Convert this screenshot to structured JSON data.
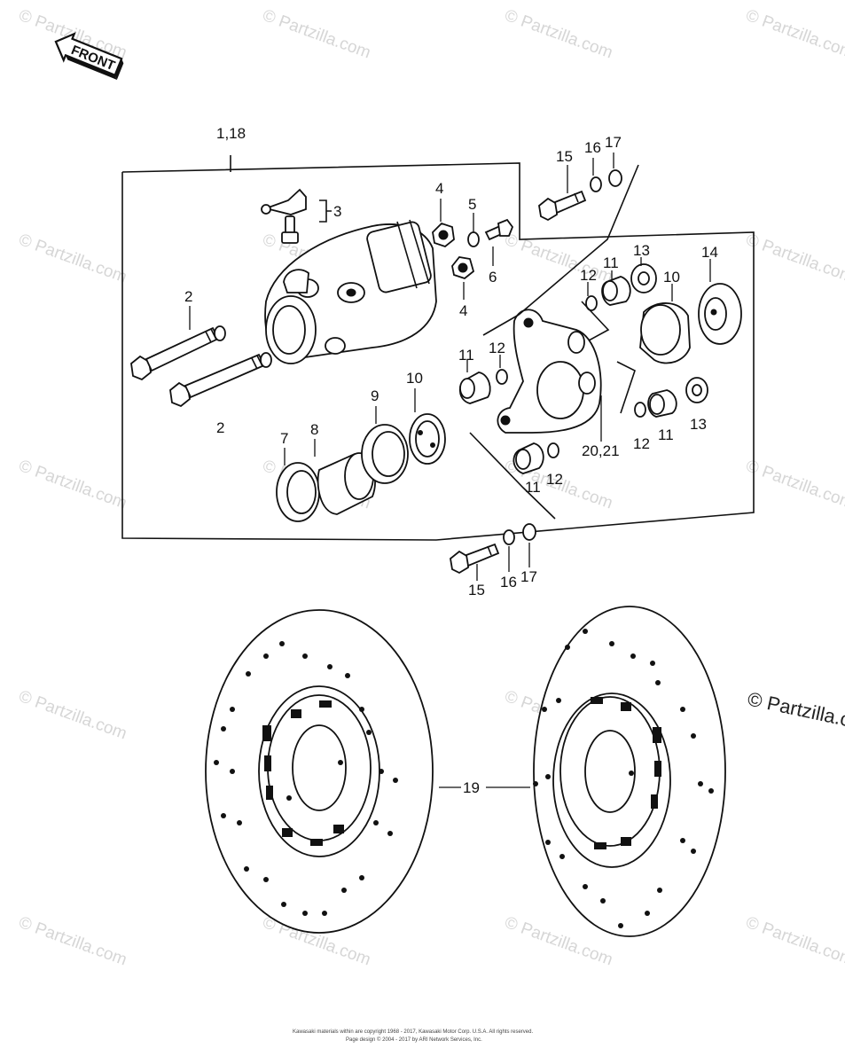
{
  "front_label": "FRONT",
  "watermark_text": "© Partzilla.com",
  "corner_watermark": "© Partzilla.co",
  "callouts": {
    "c_1_18": "1,18",
    "c_2a": "2",
    "c_2b": "2",
    "c_3": "3",
    "c_4a": "4",
    "c_4b": "4",
    "c_5": "5",
    "c_6": "6",
    "c_7": "7",
    "c_8": "8",
    "c_9": "9",
    "c_10a": "10",
    "c_10b": "10",
    "c_11a": "11",
    "c_11b": "11",
    "c_11c": "11",
    "c_11d": "11",
    "c_12a": "12",
    "c_12b": "12",
    "c_12c": "12",
    "c_12d": "12",
    "c_13a": "13",
    "c_13b": "13",
    "c_14": "14",
    "c_15a": "15",
    "c_15b": "15",
    "c_16a": "16",
    "c_16b": "16",
    "c_17a": "17",
    "c_17b": "17",
    "c_19": "19",
    "c_20_21": "20,21"
  },
  "footer": {
    "line1": "Kawasaki materials within are copyright 1968 - 2017, Kawasaki Motor Corp. U.S.A. All rights reserved.",
    "line2": "Page design © 2004 - 2017 by ARI Network Services, Inc."
  }
}
